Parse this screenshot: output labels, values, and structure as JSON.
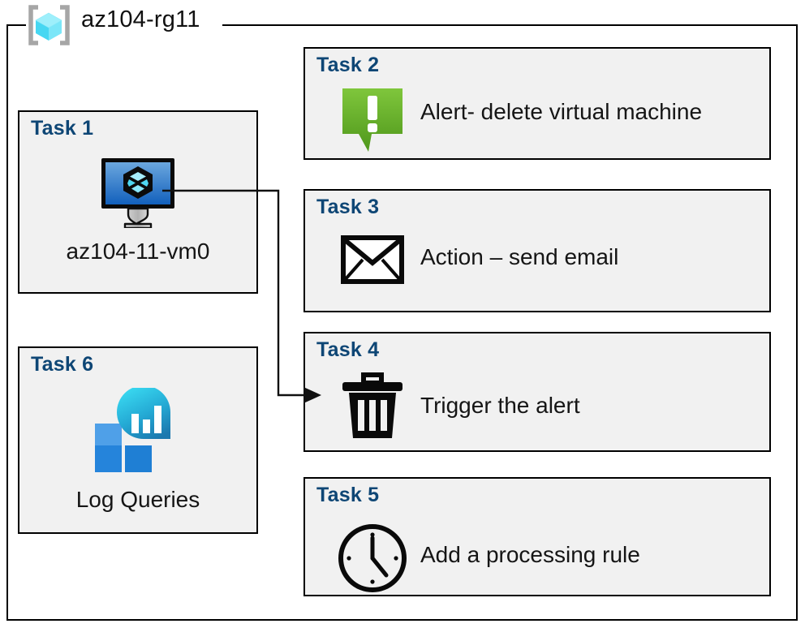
{
  "resource_group": {
    "name": "az104-rg11",
    "icon": "resource-group-cube-icon"
  },
  "tasks": [
    {
      "id": "task1",
      "title": "Task 1",
      "label": "az104-11-vm0",
      "icon": "virtual-machine-monitor-icon",
      "column": "left"
    },
    {
      "id": "task2",
      "title": "Task 2",
      "label": "Alert- delete virtual machine",
      "icon": "alert-green-exclamation-icon",
      "column": "right"
    },
    {
      "id": "task3",
      "title": "Task 3",
      "label": "Action – send email",
      "icon": "envelope-mail-icon",
      "column": "right"
    },
    {
      "id": "task4",
      "title": "Task 4",
      "label": "Trigger the alert",
      "icon": "trash-bin-icon",
      "column": "right"
    },
    {
      "id": "task5",
      "title": "Task 5",
      "label": "Add a processing rule",
      "icon": "clock-icon",
      "column": "right"
    },
    {
      "id": "task6",
      "title": "Task 6",
      "label": "Log Queries",
      "icon": "log-analytics-icon",
      "column": "left"
    }
  ],
  "connector": {
    "from": "task1",
    "to": "task4",
    "arrow": "arrowhead-right"
  },
  "colors": {
    "card_background": "#f1f1f1",
    "card_border": "#000000",
    "task_title": "#0E4675",
    "label_text": "#151515",
    "alert_green_light": "#7AC137",
    "alert_green_dark": "#539B1F",
    "vm_screen_light": "#5B9BD5",
    "vm_screen_dark": "#1565C0",
    "rg_cube_cyan": "#62E3F7",
    "rg_bracket_gray": "#A6A6A6",
    "log_square_blue": "#2584DB",
    "log_circle_cyan": "#32D0EE",
    "log_circle_teal": "#1C7FB5"
  }
}
